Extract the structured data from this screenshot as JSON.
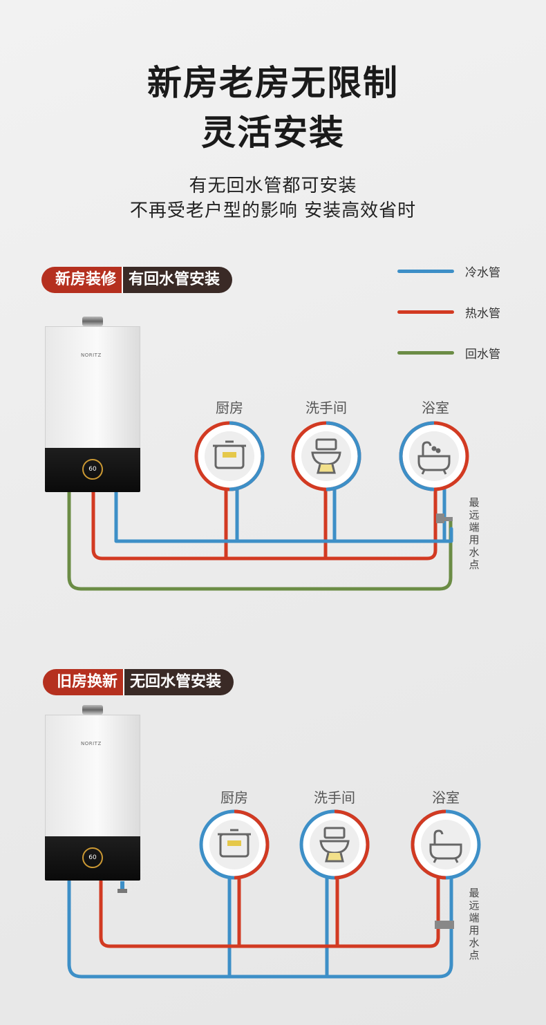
{
  "headline": {
    "line1": "新房老房无限制",
    "line2": "灵活安装"
  },
  "subheadline": {
    "line1": "有无回水管都可安装",
    "line2": "不再受老户型的影响 安装高效省时"
  },
  "legend": [
    {
      "label": "冷水管",
      "color": "#3d8fc7"
    },
    {
      "label": "热水管",
      "color": "#d23a22"
    },
    {
      "label": "回水管",
      "color": "#6b8c45"
    }
  ],
  "section1": {
    "tag_a": "新房装修",
    "tag_b": "有回水管安装",
    "rooms": [
      "厨房",
      "洗手间",
      "浴室"
    ],
    "far_label": "最远端用水点",
    "heater": {
      "brand": "NORITZ",
      "display": "60"
    }
  },
  "section2": {
    "tag_a": "旧房换新",
    "tag_b": "无回水管安装",
    "rooms": [
      "厨房",
      "洗手间",
      "浴室"
    ],
    "far_label": "最远端用水点",
    "heater": {
      "brand": "NORITZ",
      "display": "60"
    }
  },
  "colors": {
    "cold": "#3d8fc7",
    "hot": "#d23a22",
    "return": "#6b8c45",
    "tag_red": "#b5301f",
    "tag_dark": "#3a2a26"
  }
}
